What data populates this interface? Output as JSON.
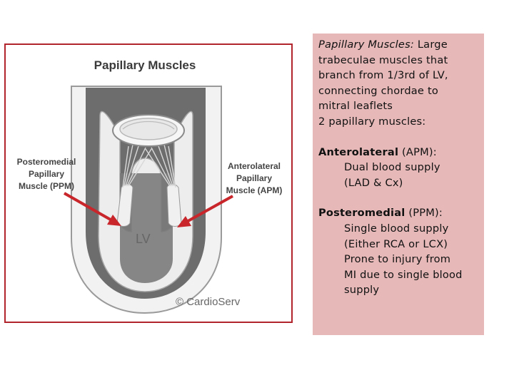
{
  "figure": {
    "title": "Papillary Muscles",
    "label_ppm": [
      "Posteromedial",
      "Papillary",
      "Muscle (PPM)"
    ],
    "label_apm": [
      "Anterolateral",
      "Papillary",
      "Muscle (APM)"
    ],
    "chamber_label": "LV",
    "copyright": "© CardioServ",
    "colors": {
      "frame": "#b2242b",
      "cavity": "#6d6d6d",
      "wall": "#efefef",
      "arrow": "#c8262b"
    }
  },
  "panel": {
    "background": "#e6b8b8",
    "intro_term": "Papillary Muscles:",
    "intro_rest": " Large",
    "intro_lines": [
      "trabeculae muscles that",
      "branch from 1/3rd of LV,",
      "connecting chordae to",
      "mitral leaflets",
      "2 papillary muscles:"
    ],
    "apm": {
      "term": "Anterolateral",
      "abbr": " (APM):",
      "lines": [
        "Dual blood supply",
        "(LAD & Cx)"
      ]
    },
    "ppm": {
      "term": "Posteromedial",
      "abbr": " (PPM):",
      "lines": [
        "Single blood supply",
        "(Either RCA or LCX)",
        "Prone to injury from",
        "MI due to single blood",
        "supply"
      ]
    }
  }
}
